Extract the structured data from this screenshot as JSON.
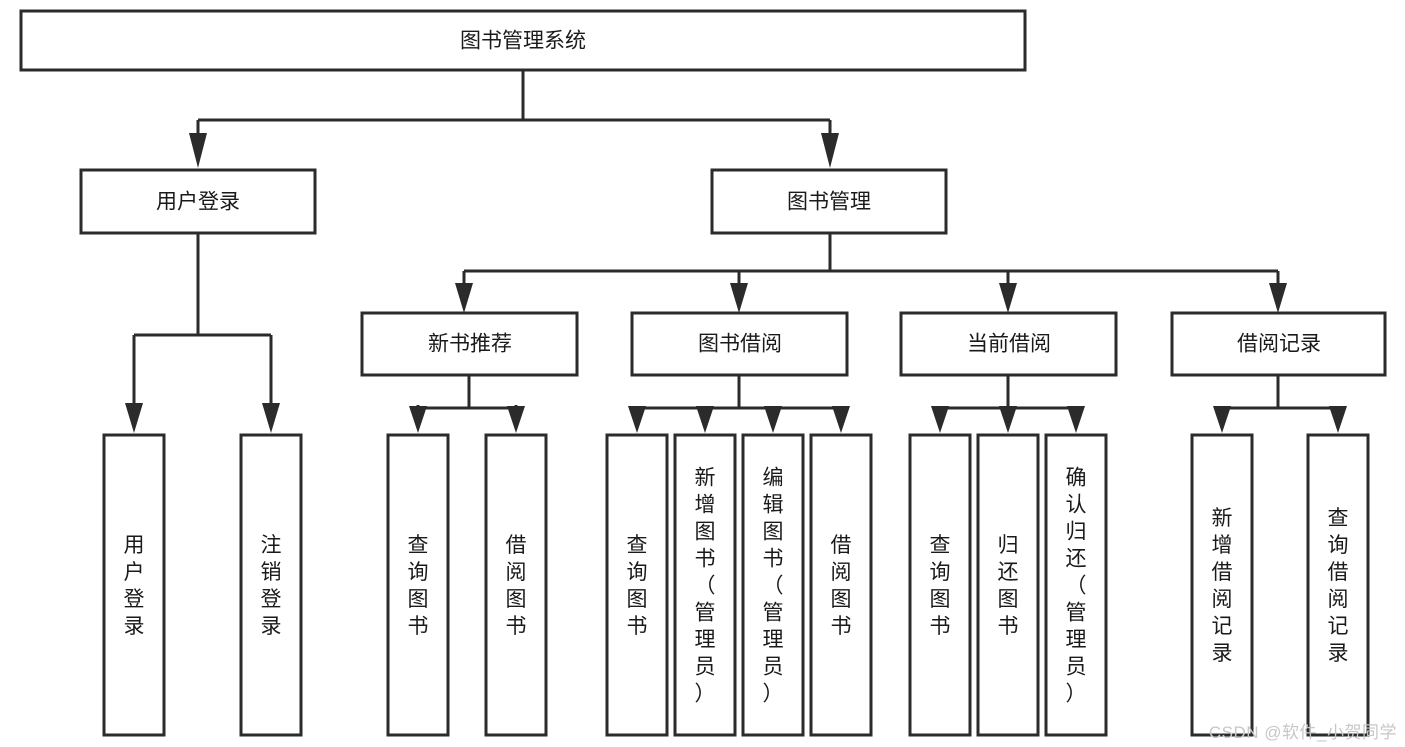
{
  "diagram": {
    "title": "图书管理系统",
    "type": "tree",
    "watermark": "CSDN @软件_小贺同学",
    "colors": {
      "box_fill": "#ffffff",
      "box_stroke": "#2b2b2b",
      "text": "#1a1a1a",
      "watermark": "#c7c7c7",
      "background": "#ffffff"
    },
    "root": {
      "label": "图书管理系统",
      "orientation": "horizontal"
    },
    "level1": [
      {
        "label": "用户登录",
        "orientation": "horizontal"
      },
      {
        "label": "图书管理",
        "orientation": "horizontal"
      }
    ],
    "level2": [
      {
        "label": "新书推荐",
        "orientation": "horizontal",
        "parent": "图书管理"
      },
      {
        "label": "图书借阅",
        "orientation": "horizontal",
        "parent": "图书管理"
      },
      {
        "label": "当前借阅",
        "orientation": "horizontal",
        "parent": "图书管理"
      },
      {
        "label": "借阅记录",
        "orientation": "horizontal",
        "parent": "图书管理"
      }
    ],
    "leaves": {
      "user_login": [
        {
          "label": "用户登录",
          "orientation": "vertical"
        },
        {
          "label": "注销登录",
          "orientation": "vertical"
        }
      ],
      "new_book_recommend": [
        {
          "label": "查询图书",
          "orientation": "vertical"
        },
        {
          "label": "借阅图书",
          "orientation": "vertical"
        }
      ],
      "book_borrow": [
        {
          "label": "查询图书",
          "orientation": "vertical"
        },
        {
          "label": "新增图书（管理员）",
          "orientation": "vertical"
        },
        {
          "label": "编辑图书（管理员）",
          "orientation": "vertical"
        },
        {
          "label": "借阅图书",
          "orientation": "vertical"
        }
      ],
      "current_borrow": [
        {
          "label": "查询图书",
          "orientation": "vertical"
        },
        {
          "label": "归还图书",
          "orientation": "vertical"
        },
        {
          "label": "确认归还（管理员）",
          "orientation": "vertical"
        }
      ],
      "borrow_record": [
        {
          "label": "新增借阅记录",
          "orientation": "vertical"
        },
        {
          "label": "查询借阅记录",
          "orientation": "vertical"
        }
      ]
    }
  }
}
